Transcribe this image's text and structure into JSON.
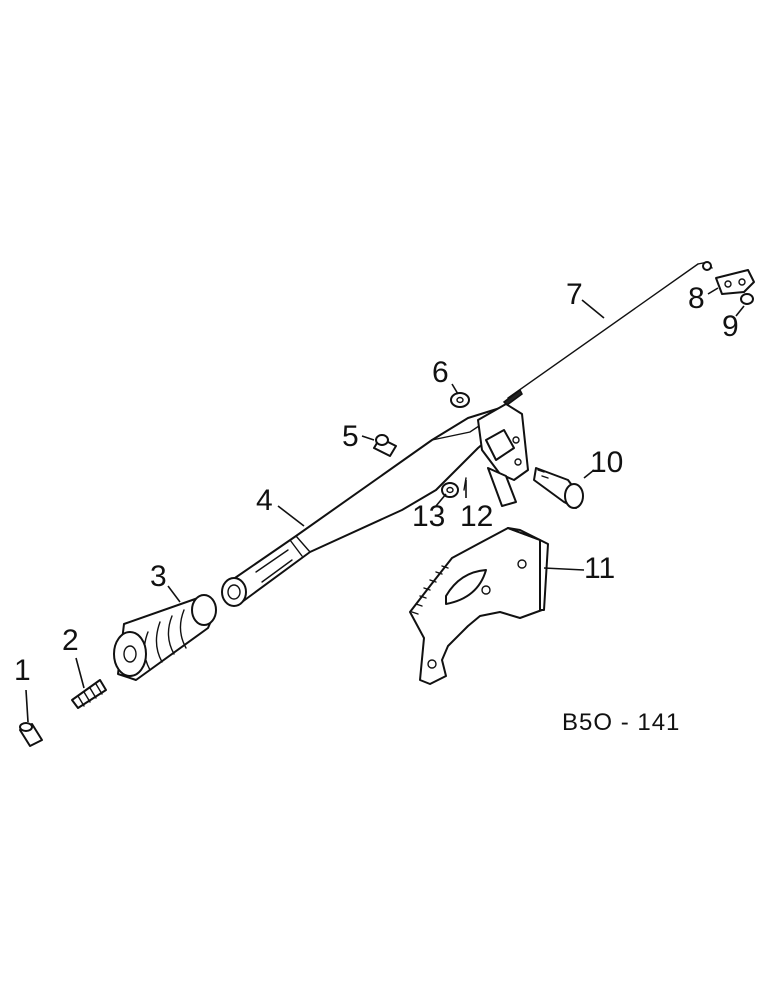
{
  "callouts": {
    "c1": "1",
    "c2": "2",
    "c3": "3",
    "c4": "4",
    "c5": "5",
    "c6": "6",
    "c7": "7",
    "c8": "8",
    "c9": "9",
    "c10": "10",
    "c11": "11",
    "c12": "12",
    "c13": "13"
  },
  "reference_code": "B5O - 141"
}
